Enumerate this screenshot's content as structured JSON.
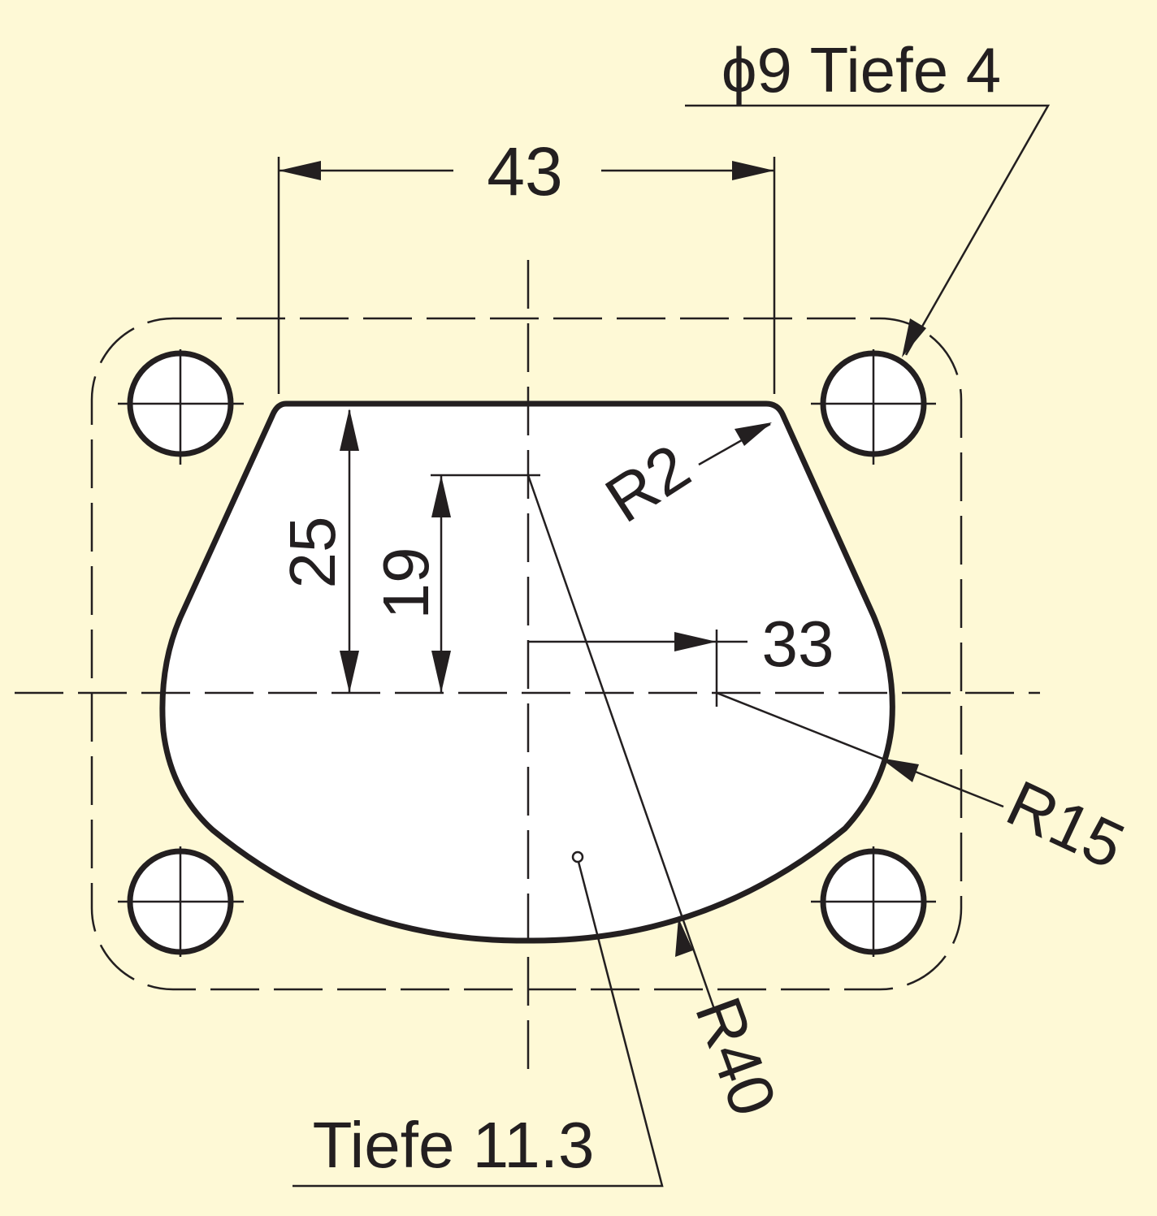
{
  "colors": {
    "background": "#fef9d6",
    "line": "#231f20",
    "fill": "#ffffff"
  },
  "dimensions": {
    "width": "43",
    "height_outer": "25",
    "height_inner": "19",
    "offset": "33",
    "radius_corner": "R2",
    "radius_side": "R15",
    "radius_bottom": "R40"
  },
  "notes": {
    "hole": "ϕ9 Tiefe 4",
    "pocket_depth": "Tiefe 11.3"
  }
}
